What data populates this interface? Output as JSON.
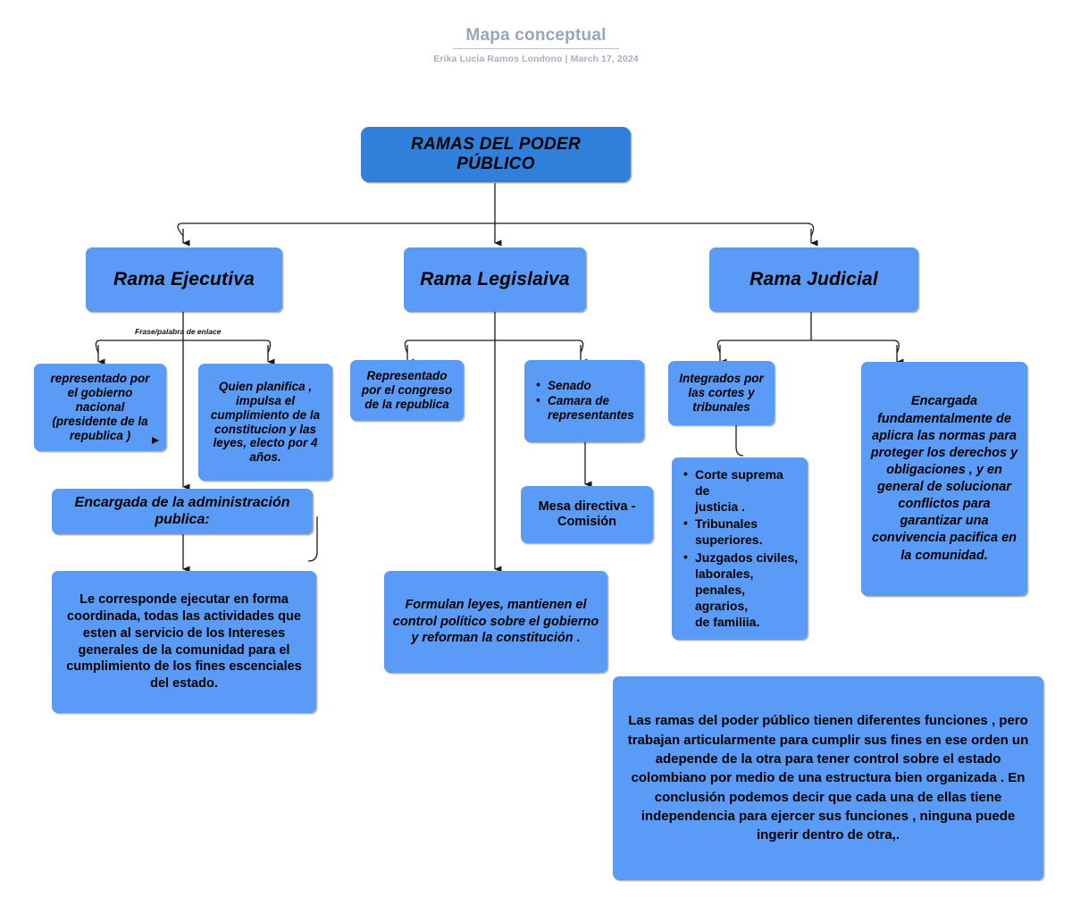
{
  "header": {
    "title": "Mapa conceptual",
    "byline": "Erika Lucia Ramos Londono  |  March 17, 2024"
  },
  "colors": {
    "root_fill": "#2f7fdb",
    "node_fill": "#5b9bf8",
    "connector": "#222222",
    "title_text": "#9aa5b8",
    "node_text": "#000000",
    "page_background": "#ffffff"
  },
  "map": {
    "root": {
      "label": "RAMAS DEL PODER\nPÚBLICO"
    },
    "branches": [
      {
        "label": "Rama Ejecutiva"
      },
      {
        "label": "Rama Legislaiva"
      },
      {
        "label": "Rama  Judicial"
      }
    ],
    "link_labels": [
      {
        "text": "Frase/palabra de enlace"
      }
    ],
    "executive": {
      "represented_by": "representado por\nel gobierno\nnacional\n(presidente de la\nrepublica )",
      "planner": "Quien planifica ,\nimpulsa el\ncumplimiento de la\nconstitucion  y las\nleyes, electo por 4\naños.",
      "administration": "Encargada de la administración\npublica:",
      "duties": "Le corresponde ejecutar en forma coordinada, todas las actividades que esten al servicio  de los Intereses generales de la comunidad para el cumplimiento  de los fines escenciales del estado."
    },
    "legislative": {
      "represented_by": "Representado\npor el  congreso\nde la republica",
      "chambers": [
        {
          "bullet": "•",
          "text": "Senado"
        },
        {
          "bullet": "▪",
          "text": "Camara de\nrepresentantes"
        }
      ],
      "board": "Mesa directiva -\nComisión",
      "functions": "Formulan leyes, mantienen el control político sobre el gobierno y reforman la constitución ."
    },
    "judicial": {
      "composed_of": "Integrados por\nlas cortes y\ntribunales",
      "courts": [
        {
          "bullet": "•",
          "text": "Corte suprema de\njusticia ."
        },
        {
          "bullet": "•",
          "text": "Tribunales\nsuperiores."
        },
        {
          "bullet": "•",
          "text": "Juzgados  civiles,\nlaborales,\npenales, agrarios,\nde familiia."
        }
      ],
      "purpose": "Encargada fundamentalmente de aplicra las normas para proteger los derechos y obligaciones , y en general de solucionar conflictos para garantizar una convivencia pacifica en la comunidad."
    },
    "conclusion": "Las ramas del poder público tienen diferentes funciones , pero trabajan articularmente  para cumplir sus fines  en ese orden un adepende de la otra para tener control  sobre el estado colombiano  por medio de una estructura bien organizada .  En conclusión podemos decir que cada una de ellas  tiene independencia para ejercer sus funciones , ninguna puede ingerir dentro de otra,."
  }
}
